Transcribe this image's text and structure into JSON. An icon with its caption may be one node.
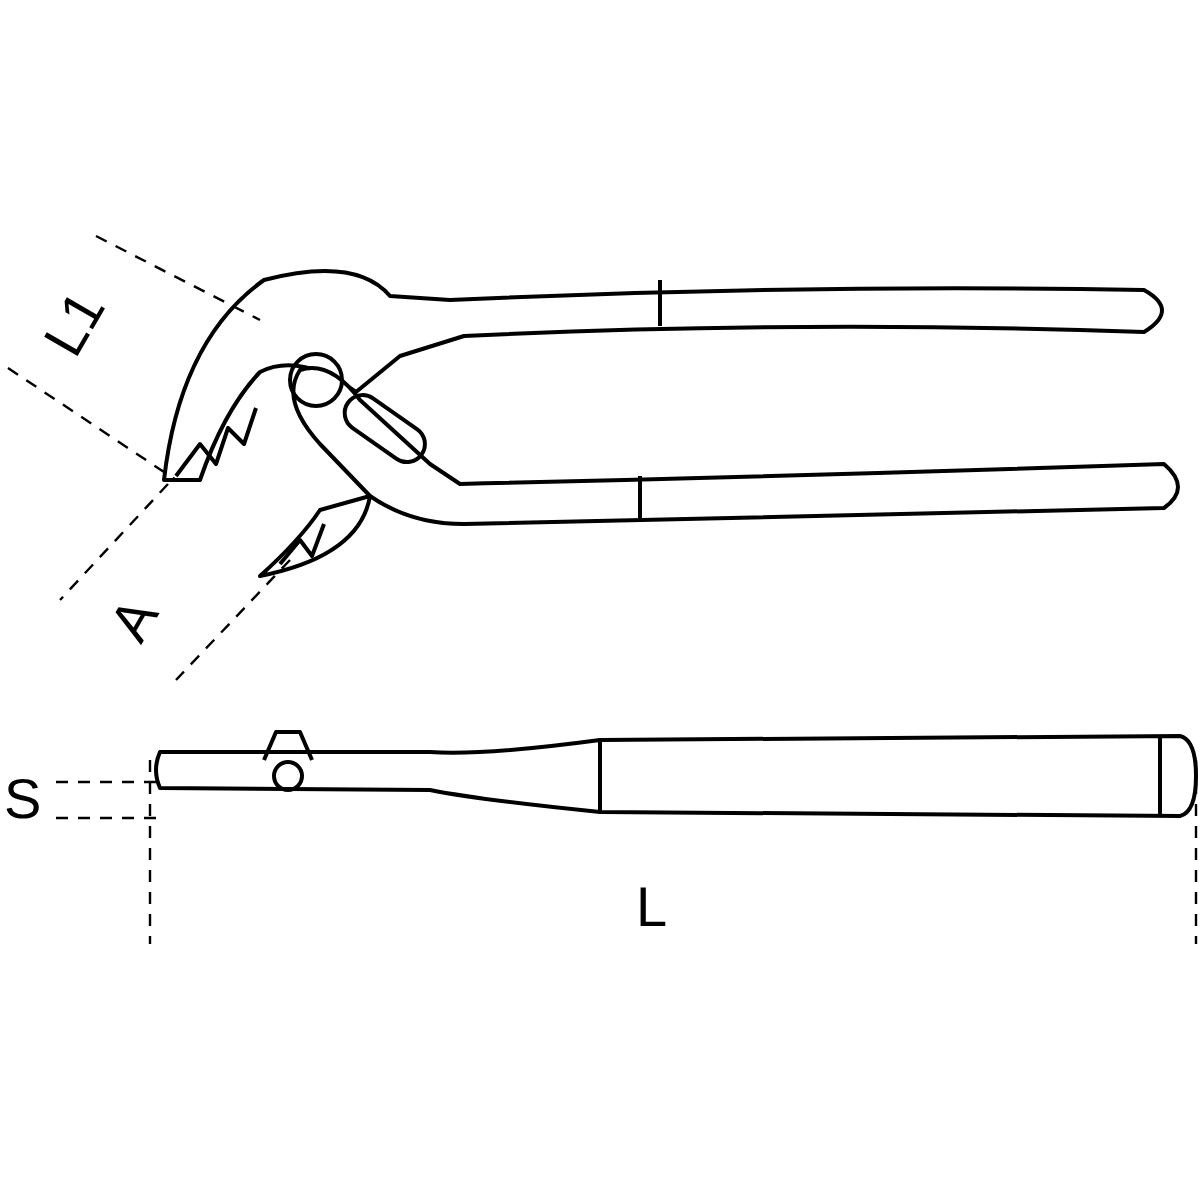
{
  "diagram": {
    "labels": [
      "L1",
      "A",
      "S",
      "L"
    ]
  }
}
